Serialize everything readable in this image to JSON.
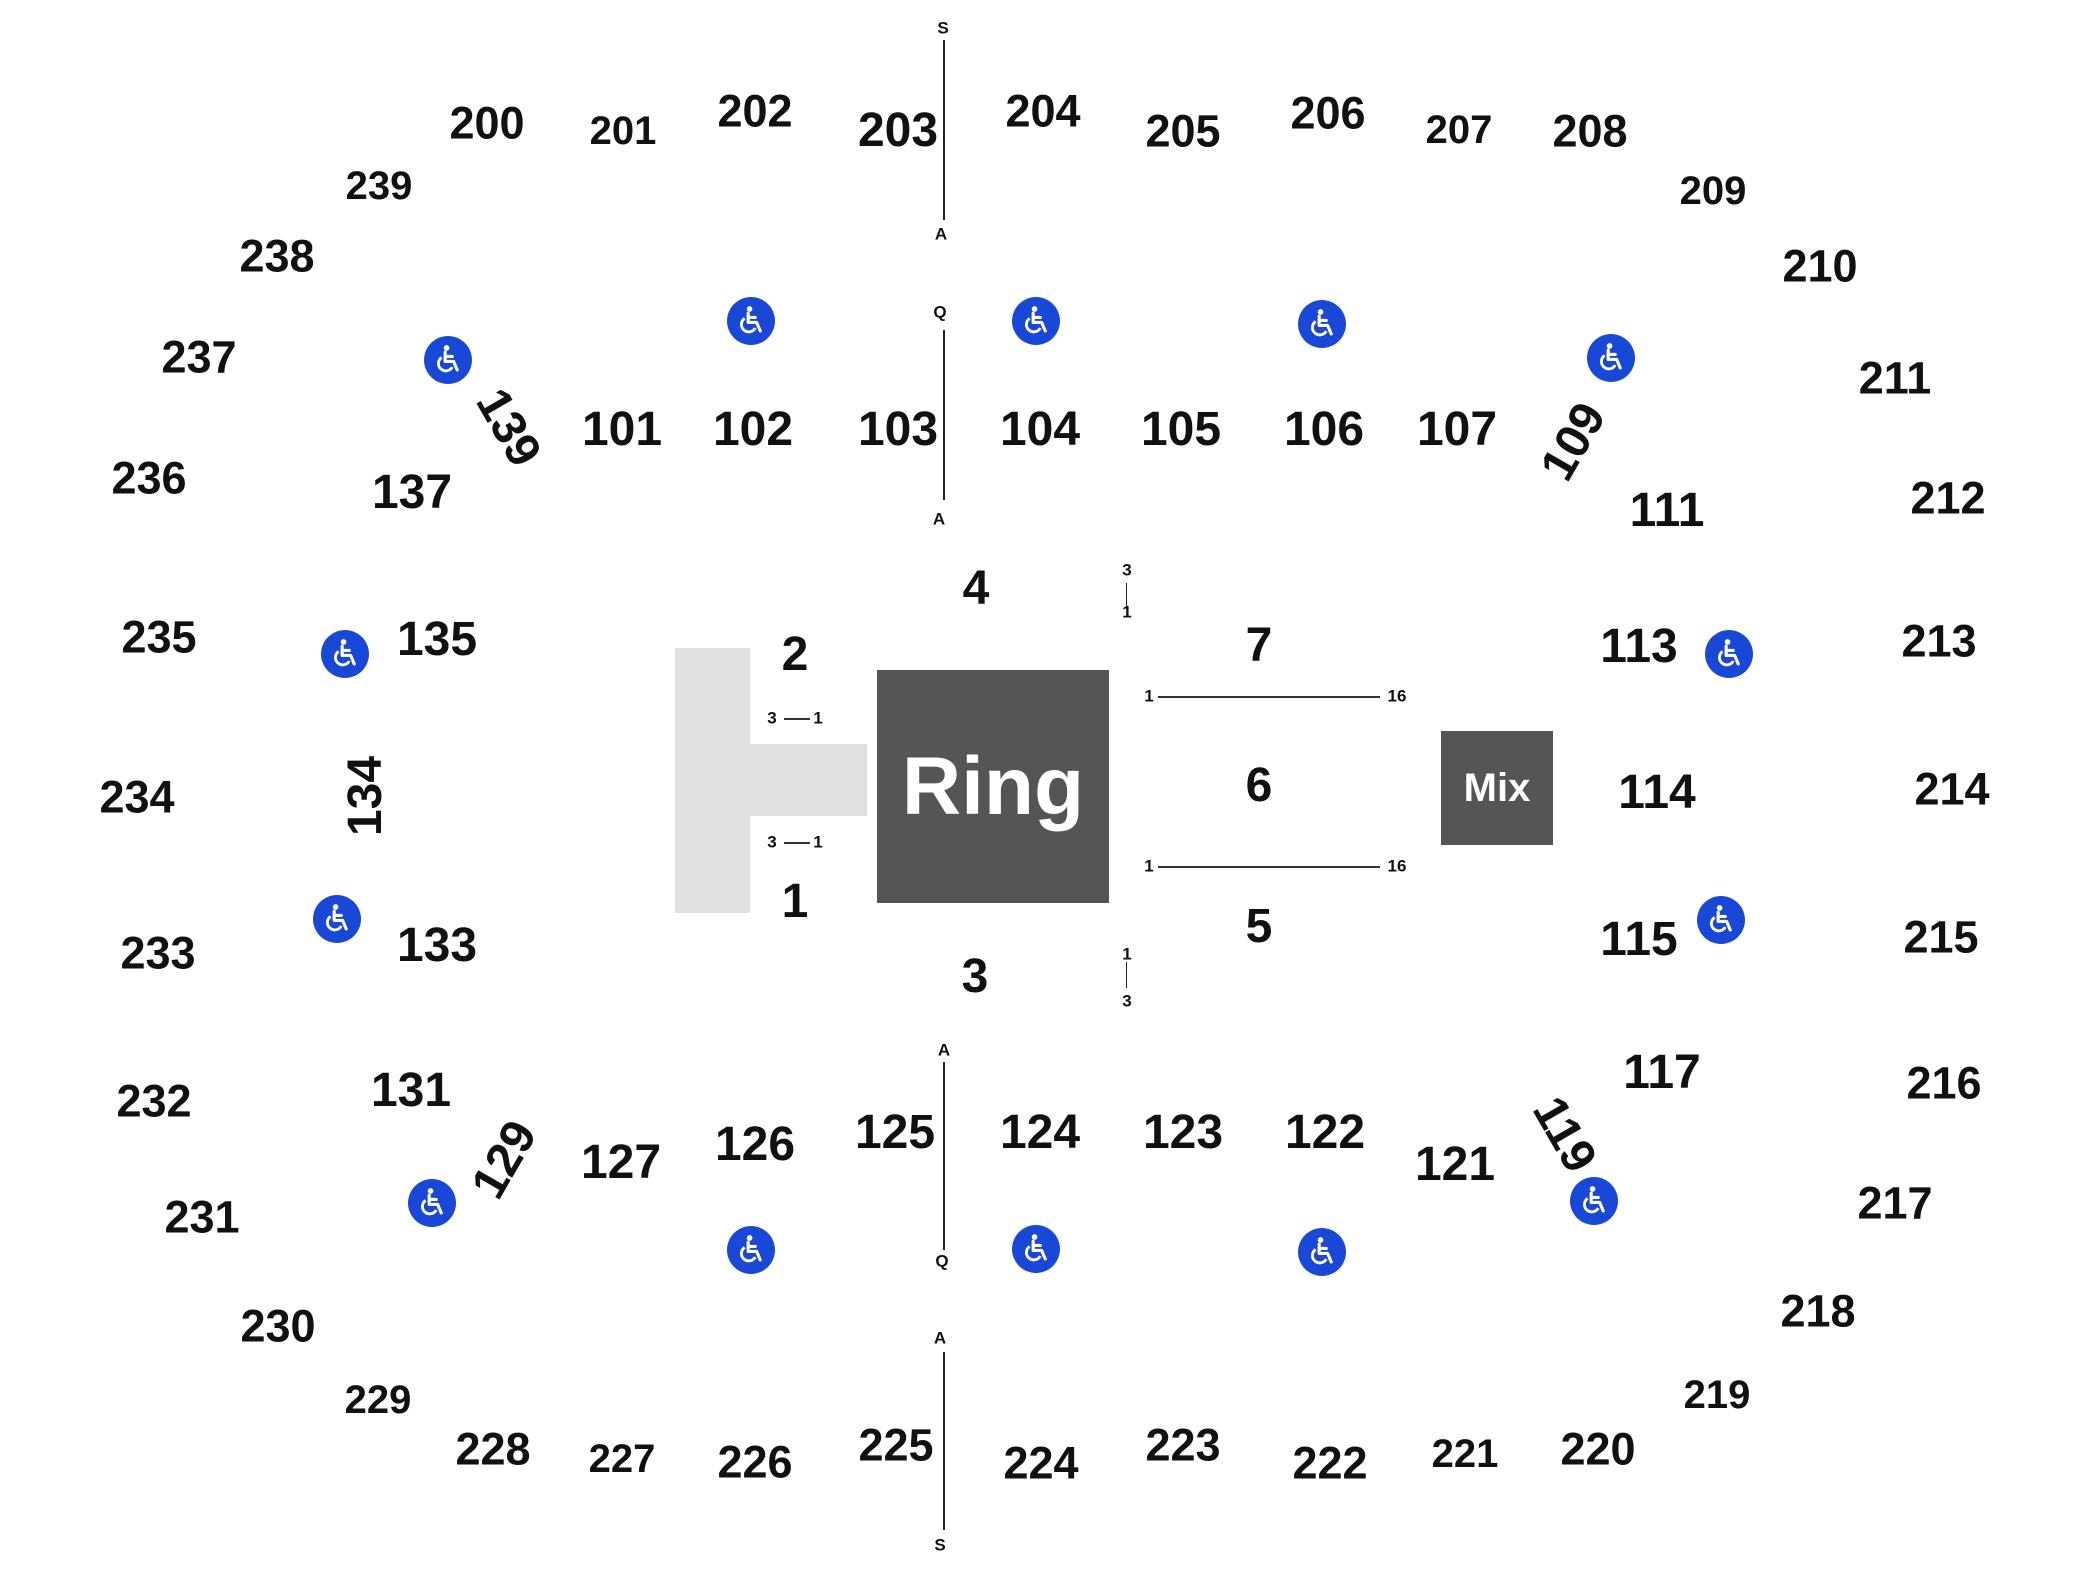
{
  "colors": {
    "accessible": "#1a48d6",
    "stage": "#e0e0e0",
    "ring": "#555555"
  },
  "ring_label": "Ring",
  "mix_label": "Mix",
  "upper_sections": {
    "s200": "200",
    "s201": "201",
    "s202": "202",
    "s203": "203",
    "s204": "204",
    "s205": "205",
    "s206": "206",
    "s207": "207",
    "s208": "208",
    "s209": "209",
    "s210": "210",
    "s211": "211",
    "s212": "212",
    "s213": "213",
    "s214": "214",
    "s215": "215",
    "s216": "216",
    "s217": "217",
    "s218": "218",
    "s219": "219",
    "s220": "220",
    "s221": "221",
    "s222": "222",
    "s223": "223",
    "s224": "224",
    "s225": "225",
    "s226": "226",
    "s227": "227",
    "s228": "228",
    "s229": "229",
    "s230": "230",
    "s231": "231",
    "s232": "232",
    "s233": "233",
    "s234": "234",
    "s235": "235",
    "s236": "236",
    "s237": "237",
    "s238": "238",
    "s239": "239"
  },
  "lower_sections": {
    "s101": "101",
    "s102": "102",
    "s103": "103",
    "s104": "104",
    "s105": "105",
    "s106": "106",
    "s107": "107",
    "s109": "109",
    "s111": "111",
    "s113": "113",
    "s114": "114",
    "s115": "115",
    "s117": "117",
    "s119": "119",
    "s121": "121",
    "s122": "122",
    "s123": "123",
    "s124": "124",
    "s125": "125",
    "s126": "126",
    "s127": "127",
    "s129": "129",
    "s131": "131",
    "s133": "133",
    "s134": "134",
    "s135": "135",
    "s137": "137",
    "s139": "139"
  },
  "floor_sections": {
    "f1": "1",
    "f2": "2",
    "f3": "3",
    "f4": "4",
    "f5": "5",
    "f6": "6",
    "f7": "7"
  },
  "row_labels": {
    "top_S": "S",
    "top_A1": "A",
    "top_Q": "Q",
    "top_A2": "A",
    "bot_A1": "A",
    "bot_Q": "Q",
    "bot_A2": "A",
    "bot_S": "S",
    "r2_start": "3",
    "r2_end": "1",
    "r1_start": "3",
    "r1_end": "1",
    "r4_top": "3",
    "r4_bot": "1",
    "r3_top": "1",
    "r3_bot": "3",
    "r7_start": "1",
    "r7_end": "16",
    "r5_start": "1",
    "r5_end": "16"
  },
  "icons": {
    "accessible": "wheelchair-accessible-icon"
  }
}
